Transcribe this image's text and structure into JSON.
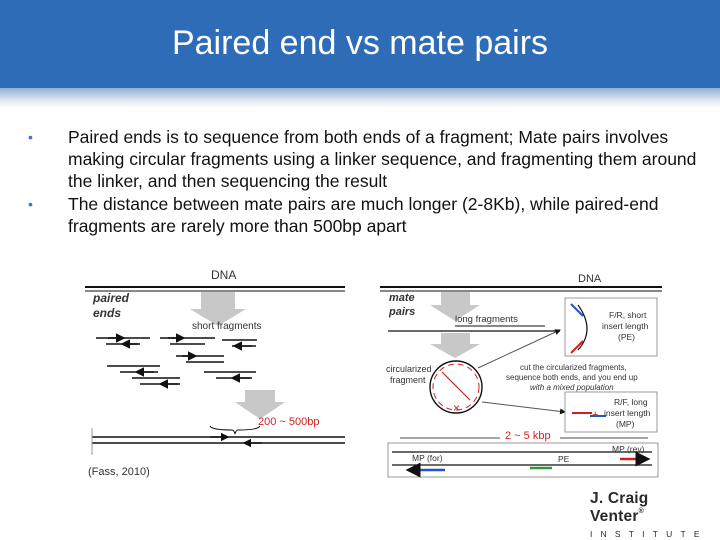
{
  "slide": {
    "title": "Paired end vs mate pairs",
    "bullets": [
      "Paired ends is to sequence from both ends of a fragment; Mate pairs involves making circular fragments using a linker sequence, and fragmenting them around the linker, and then sequencing the result",
      "The distance between mate pairs are much longer (2-8Kb), while paired-end fragments are rarely more than 500bp apart"
    ]
  },
  "left_panel": {
    "dna_label": "DNA",
    "paired_label": "paired",
    "ends_label": "ends",
    "short_fragments_label": "short fragments",
    "insert_label": "200 ~ 500bp",
    "citation": "(Fass, 2010)"
  },
  "right_panel": {
    "dna_label": "DNA",
    "mate_label": "mate",
    "pairs_label": "pairs",
    "long_fragments_label": "long fragments",
    "circularized_label_1": "circularized",
    "circularized_label_2": "fragment",
    "cut_text_1": "cut the circularized fragments,",
    "cut_text_2": "sequence both ends, and you end up",
    "cut_text_3": "with a mixed population",
    "fr_line1": "F/R, short",
    "fr_line2": "insert length",
    "fr_line3": "(PE)",
    "rf_line1": "R/F, long",
    "rf_line2": "insert length",
    "rf_line3": "(MP)",
    "insert_label": "2 ~ 5 kbp",
    "mp_for": "MP (for)",
    "mp_rev": "MP (rev)",
    "pe": "PE"
  },
  "logo": {
    "name": "J. Craig Venter",
    "tm": "®",
    "sub": "INSTITUTE"
  },
  "colors": {
    "header": "#2f6cb8",
    "bullet": "#4472c4",
    "arrow_fill": "#c8c8c8",
    "accent_red": "#cc2222",
    "accent_blue": "#2255cc",
    "accent_green": "#2a9a3a"
  }
}
